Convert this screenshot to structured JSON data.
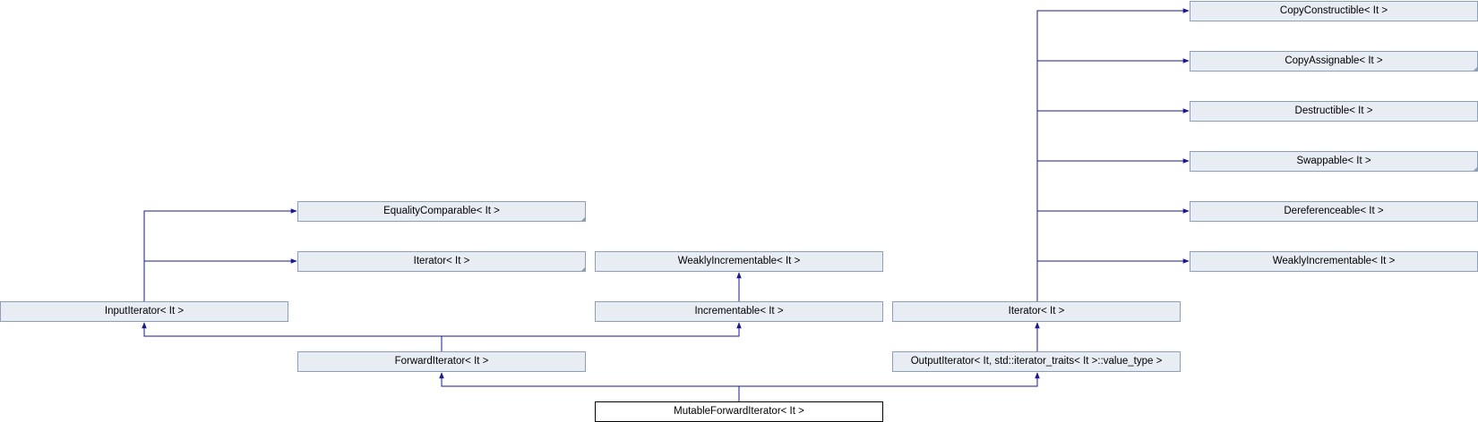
{
  "colors": {
    "edge": "#1a1a8c",
    "node_fill": "#e8edf4",
    "node_border": "#8e9eb7",
    "current_border": "#000000"
  },
  "nodes": {
    "mutable_forward_iterator": {
      "label": "MutableForwardIterator< It >",
      "current": true
    },
    "forward_iterator": {
      "label": "ForwardIterator< It >"
    },
    "output_iterator": {
      "label": "OutputIterator< It, std::iterator_traits< It >::value_type >"
    },
    "input_iterator": {
      "label": "InputIterator< It >"
    },
    "incrementable": {
      "label": "Incrementable< It >"
    },
    "iterator_right": {
      "label": "Iterator< It >"
    },
    "equality_comparable": {
      "label": "EqualityComparable< It >",
      "has_more": true
    },
    "iterator_left": {
      "label": "Iterator< It >",
      "has_more": true
    },
    "weakly_incrementable_mid": {
      "label": "WeaklyIncrementable< It >"
    },
    "copy_constructible": {
      "label": "CopyConstructible< It >"
    },
    "copy_assignable": {
      "label": "CopyAssignable< It >",
      "has_more": true
    },
    "destructible": {
      "label": "Destructible< It >"
    },
    "swappable": {
      "label": "Swappable< It >",
      "has_more": true
    },
    "dereferenceable": {
      "label": "Dereferenceable< It >"
    },
    "weakly_incrementable_right": {
      "label": "WeaklyIncrementable< It >"
    }
  }
}
